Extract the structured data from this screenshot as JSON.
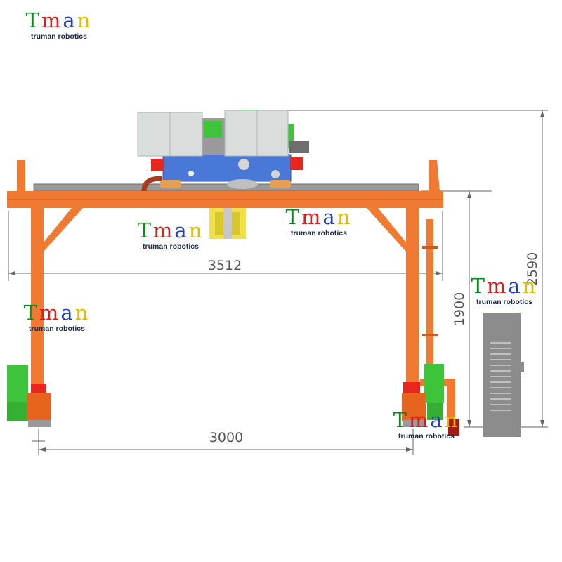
{
  "logo": {
    "letters": [
      "T",
      "m",
      "a",
      "n"
    ],
    "letter_colors": [
      "#0a8a1e",
      "#e01b1b",
      "#1e3fd0",
      "#e6b800"
    ],
    "tagline": "truman robotics"
  },
  "dimensions": {
    "beam_span": "3512",
    "rail_span": "3000",
    "leg_height": "1900",
    "total_height": "2590"
  },
  "colors": {
    "frame": "#f07a32",
    "frame_dark": "#c85a1a",
    "carriage_blue": "#4a78d8",
    "cabinet_grey": "#d9dedd",
    "motor_green": "#3ec43a",
    "accent_red": "#e8261e",
    "control_box": "#8c8c8c"
  }
}
